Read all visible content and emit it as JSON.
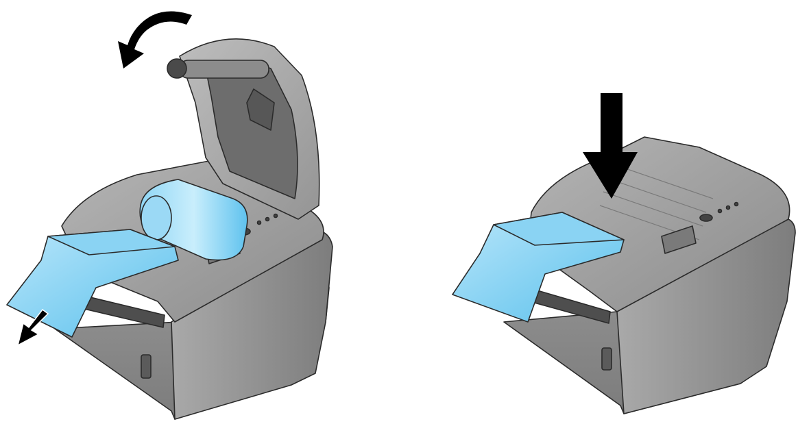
{
  "figure": {
    "panels": [
      {
        "id": "open-cover",
        "steps": [
          "rotate-cover-open",
          "pull-paper-out"
        ]
      },
      {
        "id": "close-cover",
        "steps": [
          "press-cover-down"
        ]
      }
    ]
  },
  "colors": {
    "background": "#ffffff",
    "housing_light": "#a7a7a7",
    "housing_mid": "#8a8a8a",
    "housing_dark": "#5f5f5f",
    "housing_outline": "#2b2b2b",
    "mechanism": "#6e6e6e",
    "paper_light": "#a5dcf6",
    "paper_mid": "#6fc9ef",
    "paper_dark": "#42b3e6",
    "arrow": "#000000"
  },
  "icons": [
    "curved-arrow-icon",
    "down-arrow-icon",
    "small-pull-arrow-icon"
  ]
}
